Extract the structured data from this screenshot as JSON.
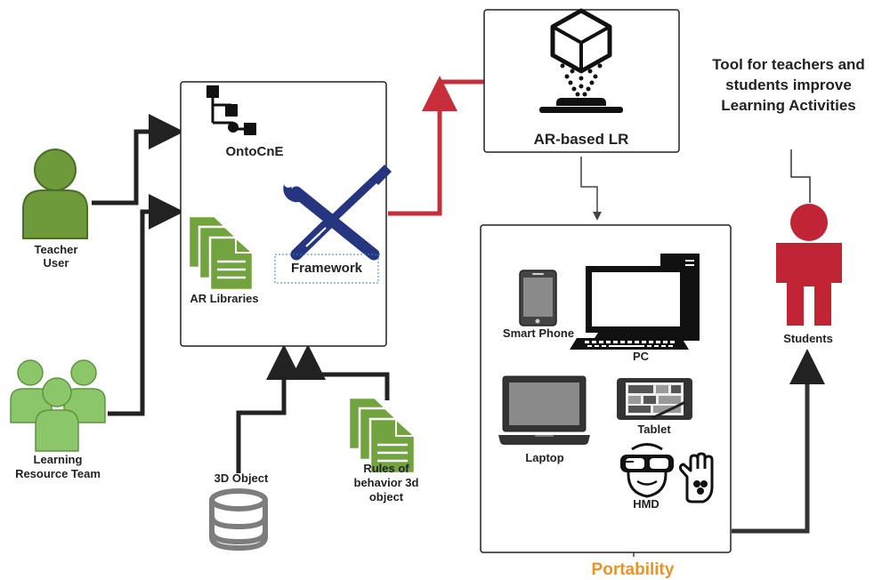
{
  "colors": {
    "actor_green": "#6e9a3c",
    "team_green": "#8cc66b",
    "doc_green": "#71a33e",
    "framework_blue": "#26357f",
    "arrow_red": "#c62f3a",
    "student_red": "#c12535",
    "portability_orange": "#e8932b",
    "line_dark": "#222222"
  },
  "actors": {
    "teacher": {
      "line1": "Teacher",
      "line2": "User",
      "icon": "person-icon"
    },
    "team": {
      "line1": "Learning",
      "line2": "Resource Team",
      "icon": "group-icon"
    },
    "students": {
      "label": "Students",
      "icon": "person-icon"
    }
  },
  "center_box": {
    "ontology": {
      "label": "OntoCnE",
      "icon": "hierarchy-icon"
    },
    "framework": {
      "label": "Framework",
      "icon": "wrench-screwdriver-icon"
    },
    "libraries": {
      "label": "AR Libraries",
      "icon": "documents-icon"
    }
  },
  "inputs": {
    "object3d": {
      "label": "3D Object",
      "icon": "database-icon"
    },
    "rules": {
      "line1": "Rules of",
      "line2": "behavior 3d",
      "line3": "object",
      "icon": "documents-icon"
    }
  },
  "ar_box": {
    "label": "AR-based LR",
    "icon": "3d-printer-icon"
  },
  "tool_note": {
    "line1": "Tool for teachers and",
    "line2": "students improve",
    "line3": "Learning Activities"
  },
  "devices": {
    "smartphone": "Smart Phone",
    "pc": "PC",
    "laptop": "Laptop",
    "tablet": "Tablet",
    "hmd": "HMD"
  },
  "portability": "Portability"
}
